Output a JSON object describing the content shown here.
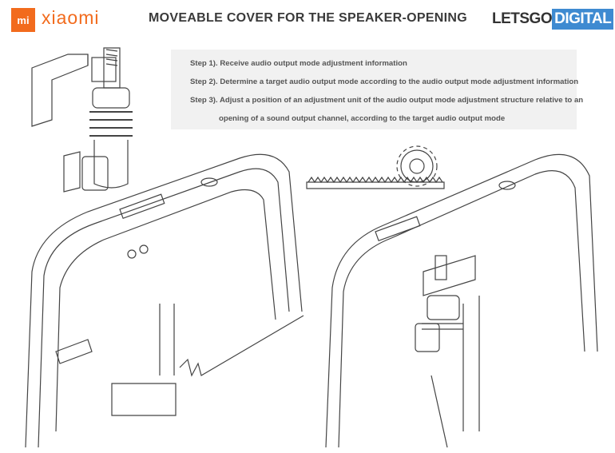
{
  "header": {
    "brand_mark": "mi",
    "brand_name": "xiaomi",
    "title": "MOVEABLE COVER FOR THE SPEAKER-OPENING",
    "publisher_part1": "LETSGO",
    "publisher_part2": "DIGITAL"
  },
  "steps": [
    "Step 1). Receive audio output mode adjustment information",
    "Step 2). Determine a target audio output mode according to the audio output mode adjustment information",
    "Step 3). Adjust a position of an adjustment unit of the audio output mode adjustment structure relative to an",
    "opening of a sound output channel, according to the target audio output mode"
  ],
  "colors": {
    "brand": "#f26b1d",
    "publisher": "#3e8ad1",
    "panel": "#f1f1f1"
  }
}
